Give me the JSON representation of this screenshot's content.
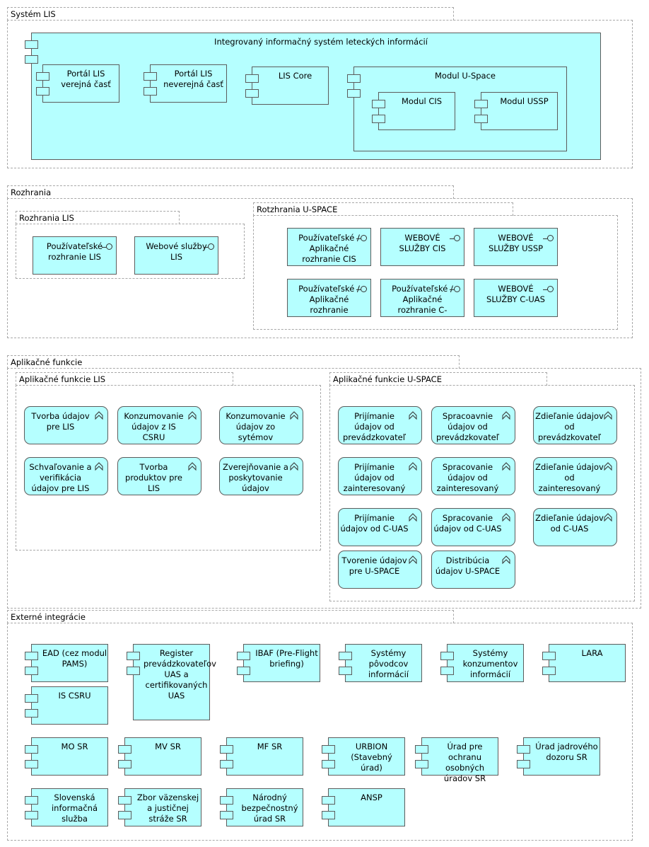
{
  "groups": {
    "lis_system": "Systém LIS",
    "interfaces": "Rozhrania",
    "interfaces_lis": "Rozhrania LIS",
    "interfaces_uspace": "Rotzhrania U-SPACE",
    "app_functions": "Aplikačné funkcie",
    "app_functions_lis": "Aplikačné funkcie LIS",
    "app_functions_uspace": "Aplikačné funkcie U-SPACE",
    "external": "Externé integrácie"
  },
  "system": {
    "main": "Integrovaný informačný systém leteckých informácií",
    "portal_public": "Portál LIS verejná časť",
    "portal_private": "Portál LIS neverejná časť",
    "core": "LIS Core",
    "uspace_module": "Modul U-Space",
    "cis_module": "Modul CIS",
    "ussp_module": "Modul USSP"
  },
  "interfaces": {
    "lis_user": "Používateľské rozhranie LIS",
    "lis_web": "Webové služby LIS",
    "us_user_cis": "Používateľské / Aplikačné rozhranie CIS",
    "us_web_cis": "WEBOVÉ SLUŽBY CIS",
    "us_web_ussp": "WEBOVÉ SLUŽBY USSP",
    "us_user_2": "Používateľské / Aplikačné rozhranie",
    "us_user_3": "Používateľské / Aplikačné rozhranie C-",
    "us_web_cuas": "WEBOVÉ SLUŽBY C-UAS"
  },
  "functions_lis": [
    "Tvorba údajov pre LIS",
    "Konzumovanie údajov z IS CSRU",
    "Konzumovanie údajov zo sytémov",
    "Schvaľovanie a verifikácia údajov pre LIS",
    "Tvorba produktov pre LIS",
    "Zverejňovanie a poskytovanie údajov"
  ],
  "functions_uspace": [
    "Prijímanie údajov od prevádzkovateľ",
    "Spracoavnie údajov od prevádzkovateľ",
    "Zdieľanie údajov od prevádzkovateľ",
    "Prijímanie údajov od zainteresovaný",
    "Spracovanie údajov od zainteresovaný",
    "Zdieľanie údajov od zainteresovaný",
    "Prijímanie údajov od C-UAS",
    "Spracovanie údajov od C-UAS",
    "Zdieľanie údajov od C-UAS",
    "Tvorenie údajov pre U-SPACE",
    "Distribúcia údajov U-SPACE"
  ],
  "external": [
    "EAD (cez modul PAMS)",
    "Register prevádzkovateľov UAS a certifikovaných UAS",
    "IBAF (Pre-Flight briefing)",
    "Systémy pôvodcov informácií",
    "Systémy konzumentov informácií",
    "LARA",
    "IS CSRU",
    "MO SR",
    "MV SR",
    "MF SR",
    "URBION (Stavebný úrad)",
    "Úrad pre ochranu osobných úradov SR",
    "Úrad jadrového dozoru  SR",
    "Slovenská informačná služba",
    "Zbor väzenskej a justičnej stráže SR",
    "Národný bezpečnostný úrad SR",
    "ANSP"
  ],
  "colors": {
    "box_fill": "#b5ffff",
    "box_border": "#5c5c5c",
    "group_border": "#a8a8a8"
  },
  "icons": {
    "component": "component-icon",
    "interface": "interface-lollipop-icon",
    "function": "function-chevron-icon"
  }
}
